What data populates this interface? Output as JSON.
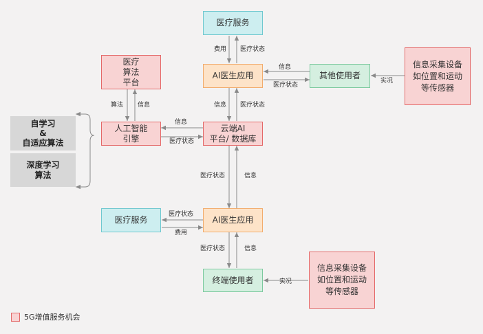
{
  "nodes": {
    "medical_service_top": "医疗服务",
    "ai_doctor_app_top": "AI医生应用",
    "medical_algo_platform": [
      "医疗",
      "算法",
      "平台"
    ],
    "other_users": "其他使用者",
    "info_device_top": [
      "信息采集设备",
      "如位置和运动",
      "等传感器"
    ],
    "ai_engine": [
      "人工智能",
      "引擎"
    ],
    "cloud_ai": [
      "云端AI",
      "平台/ 数据库"
    ],
    "self_learning": [
      "自学习",
      "&",
      "自适应算法"
    ],
    "deep_learning": [
      "深度学习",
      "算法"
    ],
    "medical_service_bottom": "医疗服务",
    "ai_doctor_app_bottom": "AI医生应用",
    "terminal_user": "终端使用者",
    "info_device_bottom": [
      "信息采集设备",
      "如位置和运动",
      "等传感器"
    ]
  },
  "edge_labels": {
    "fee_top": "费用",
    "status_top": "医疗状态",
    "info_other": "信息",
    "status_other": "医疗状态",
    "realize_top": "实况",
    "algo": "算法",
    "info_algo": "信息",
    "info_app_cloud": "信息",
    "status_app_cloud": "医疗状态",
    "info_engine": "信息",
    "status_engine": "医疗状态",
    "status_cloud_down": "医疗状态",
    "info_cloud_up": "信息",
    "status_bottom_service": "医疗状态",
    "fee_bottom": "费用",
    "status_terminal": "医疗状态",
    "info_terminal": "信息",
    "realize_bottom": "实况"
  },
  "legend": {
    "label": "5G增值服务机会",
    "color": "#f8d3d3"
  },
  "colors": {
    "pink_fill": "#f8d3d3",
    "pink_border": "#e46868",
    "cyan_fill": "#cdeef0",
    "peach_fill": "#fde3c8",
    "green_fill": "#d5efe0",
    "gray_fill": "#d7d7d7",
    "arrow": "#8a8a8a"
  }
}
